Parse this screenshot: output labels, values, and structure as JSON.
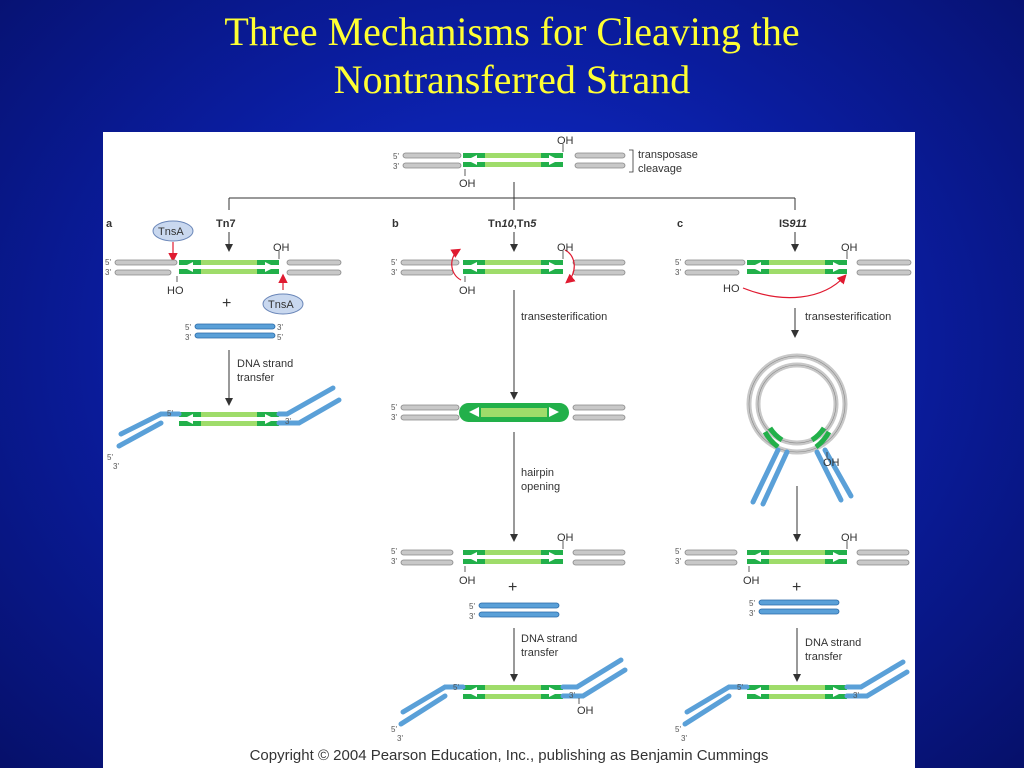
{
  "slide": {
    "title_line1": "Three Mechanisms for Cleaving the",
    "title_line2": "Nontransferred Strand"
  },
  "figure": {
    "top": {
      "five_prime": "5'",
      "three_prime": "3'",
      "oh_top": "OH",
      "oh_bottom": "OH",
      "step_line1": "transposase",
      "step_line2": "cleavage"
    },
    "panel_a": {
      "letter": "a",
      "element": "Tn7",
      "enzyme_top": "TnsA",
      "enzyme_bottom": "TnsA",
      "oh": "OH",
      "ho": "HO",
      "plus": "+",
      "step_line1": "DNA strand",
      "step_line2": "transfer"
    },
    "panel_b": {
      "letter": "b",
      "element_prefix": "Tn",
      "element_num1": "10",
      "element_sep": ",Tn",
      "element_num2": "5",
      "oh_top": "OH",
      "oh_bottom": "OH",
      "step1": "transesterification",
      "step2_line1": "hairpin",
      "step2_line2": "opening",
      "oh_top2": "OH",
      "oh_bottom2": "OH",
      "plus": "+",
      "step3_line1": "DNA strand",
      "step3_line2": "transfer",
      "oh_final": "OH"
    },
    "panel_c": {
      "letter": "c",
      "element_prefix": "IS",
      "element_num": "911",
      "oh_top": "OH",
      "ho": "HO",
      "step1": "transesterification",
      "oh_circle": "OH",
      "oh_top2": "OH",
      "oh_bottom2": "OH",
      "plus": "+",
      "step2_line1": "DNA strand",
      "step2_line2": "transfer"
    },
    "copyright": "Copyright © 2004 Pearson Education, Inc., publishing as Benjamin Cummings"
  },
  "colors": {
    "background": "#0a1c9c",
    "title": "#ffff33",
    "transposon_dark": "#22b04a",
    "transposon_light": "#9fdc6a",
    "target_dna": "#5aa0d8",
    "flank": "#c8c8c8",
    "arrow_red": "#e01a30"
  }
}
